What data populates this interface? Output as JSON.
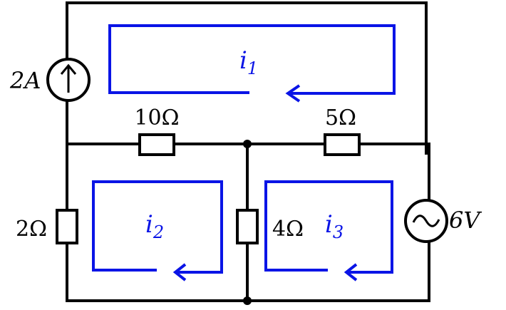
{
  "colors": {
    "wire": "#000000",
    "loop": "#0a14e6",
    "background": "#ffffff"
  },
  "components": {
    "current_source": {
      "label": "2A",
      "symbol": "arrow-up-icon"
    },
    "r_10": {
      "label": "10Ω"
    },
    "r_5": {
      "label": "5Ω"
    },
    "r_2": {
      "label": "2Ω"
    },
    "r_4": {
      "label": "4Ω"
    },
    "voltage_source": {
      "label": "6V",
      "symbol": "sine-wave-icon"
    }
  },
  "loops": [
    {
      "id": "i1",
      "var": "i",
      "sub": "1"
    },
    {
      "id": "i2",
      "var": "i",
      "sub": "2"
    },
    {
      "id": "i3",
      "var": "i",
      "sub": "3"
    }
  ]
}
